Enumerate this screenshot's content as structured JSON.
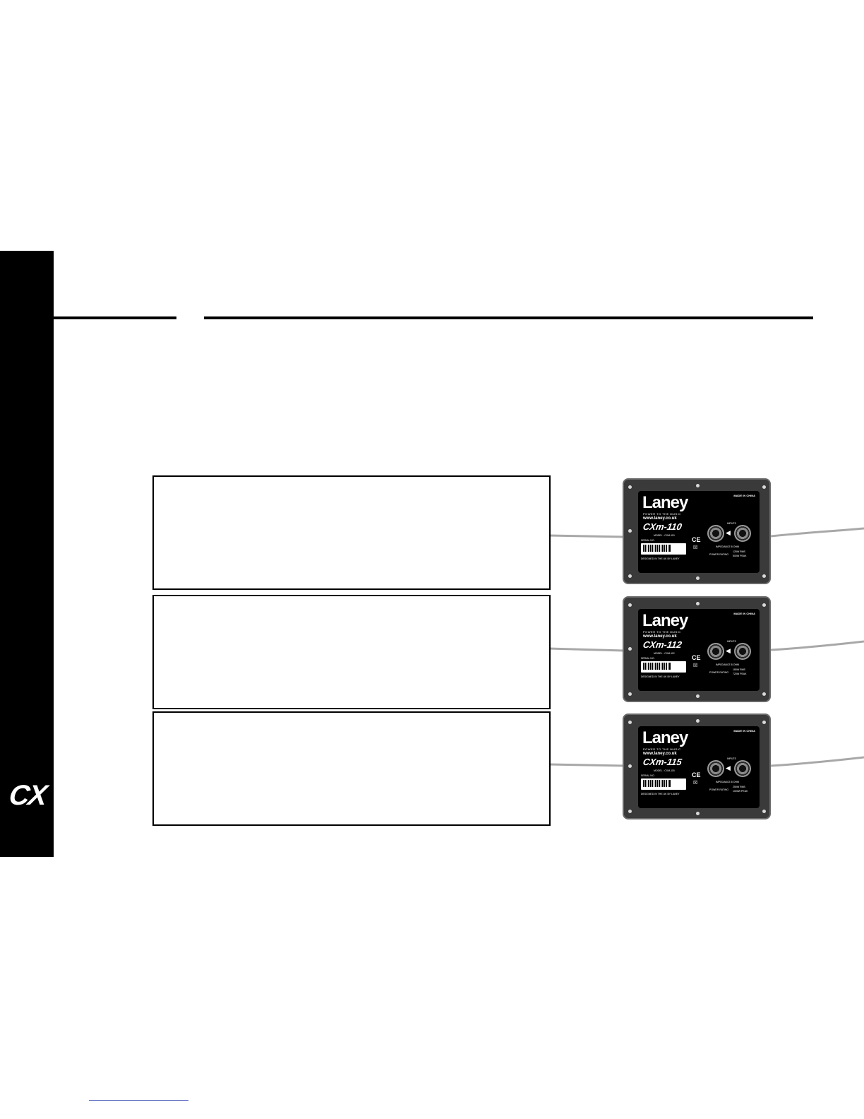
{
  "side_tab": {
    "logo": "CX"
  },
  "panels": [
    {
      "brand": "Laney",
      "tagline": "POWER TO THE MUSIC",
      "url": "www.laney.co.uk",
      "model_name": "CXm-110",
      "made_in": "MADE IN CHINA",
      "model_line": "MODEL : CXM-110",
      "serial_label": "SERIAL NO.",
      "designed": "DESIGNED IN THE UK BY LANEY",
      "ce": "CE",
      "inputs": "INPUTS",
      "impedance": "IMPEDANCE 8 OHM",
      "power_label": "POWER RATING",
      "rms": "125W RMS",
      "peak": "500W PEAK"
    },
    {
      "brand": "Laney",
      "tagline": "POWER TO THE MUSIC",
      "url": "www.laney.co.uk",
      "model_name": "CXm-112",
      "made_in": "MADE IN CHINA",
      "model_line": "MODEL : CXM-112",
      "serial_label": "SERIAL NO.",
      "designed": "DESIGNED IN THE UK BY LANEY",
      "ce": "CE",
      "inputs": "INPUTS",
      "impedance": "IMPEDANCE 8 OHM",
      "power_label": "POWER RATING",
      "rms": "180W RMS",
      "peak": "720W PEAK"
    },
    {
      "brand": "Laney",
      "tagline": "POWER TO THE MUSIC",
      "url": "www.laney.co.uk",
      "model_name": "CXm-115",
      "made_in": "MADE IN CHINA",
      "model_line": "MODEL : CXM-115",
      "serial_label": "SERIAL NO.",
      "designed": "DESIGNED IN THE UK BY LANEY",
      "ce": "CE",
      "inputs": "INPUTS",
      "impedance": "IMPEDANCE 8 OHM",
      "power_label": "POWER RATING",
      "rms": "250W RMS",
      "peak": "1000W PEAK"
    }
  ],
  "icons": {
    "jack": "jack-socket-icon",
    "arrow": "input-arrow-icon",
    "bin": "weee-bin-icon",
    "screw": "screw-icon"
  },
  "colors": {
    "tab": "#000000",
    "panel": "#3a3a3a",
    "connector": "#a8a8a8",
    "link": "#4a5ab8"
  }
}
